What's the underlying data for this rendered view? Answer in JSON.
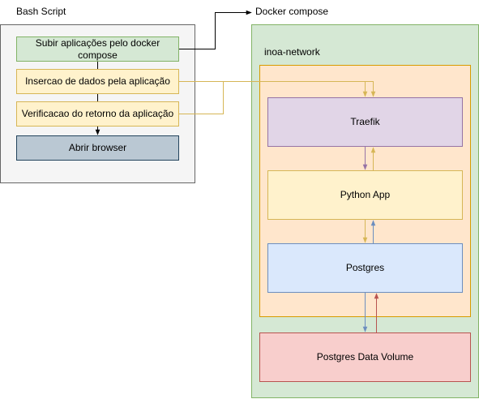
{
  "bash_script": {
    "title": "Bash Script",
    "steps": [
      {
        "label": "Subir aplicações pelo docker compose",
        "fill": "#d5e8d4",
        "stroke": "#82b366"
      },
      {
        "label": "Insercao de dados pela aplicação",
        "fill": "#fff2cc",
        "stroke": "#d6b656"
      },
      {
        "label": "Verificacao do retorno da aplicação",
        "fill": "#fff2cc",
        "stroke": "#d6b656"
      },
      {
        "label": "Abrir browser",
        "fill": "#bac8d3",
        "stroke": "#23445d"
      }
    ]
  },
  "docker_compose": {
    "title": "Docker compose",
    "fill": "#d5e8d4",
    "stroke": "#82b366",
    "network": {
      "label": "inoa-network",
      "fill": "#ffe6cc",
      "stroke": "#d79b00"
    },
    "services": [
      {
        "label": "Traefik",
        "fill": "#e1d5e7",
        "stroke": "#9673a6"
      },
      {
        "label": "Python App",
        "fill": "#fff2cc",
        "stroke": "#d6b656"
      },
      {
        "label": "Postgres",
        "fill": "#dae8fc",
        "stroke": "#6c8ebf"
      }
    ],
    "volume": {
      "label": "Postgres Data Volume",
      "fill": "#f8cecc",
      "stroke": "#b85450"
    }
  },
  "colors": {
    "outer_fill": "#f5f5f5",
    "outer_stroke": "#666666",
    "edge_black": "#000000",
    "edge_yellow": "#d6b656",
    "edge_purple": "#9673a6",
    "edge_blue": "#6c8ebf",
    "edge_red": "#b85450"
  }
}
